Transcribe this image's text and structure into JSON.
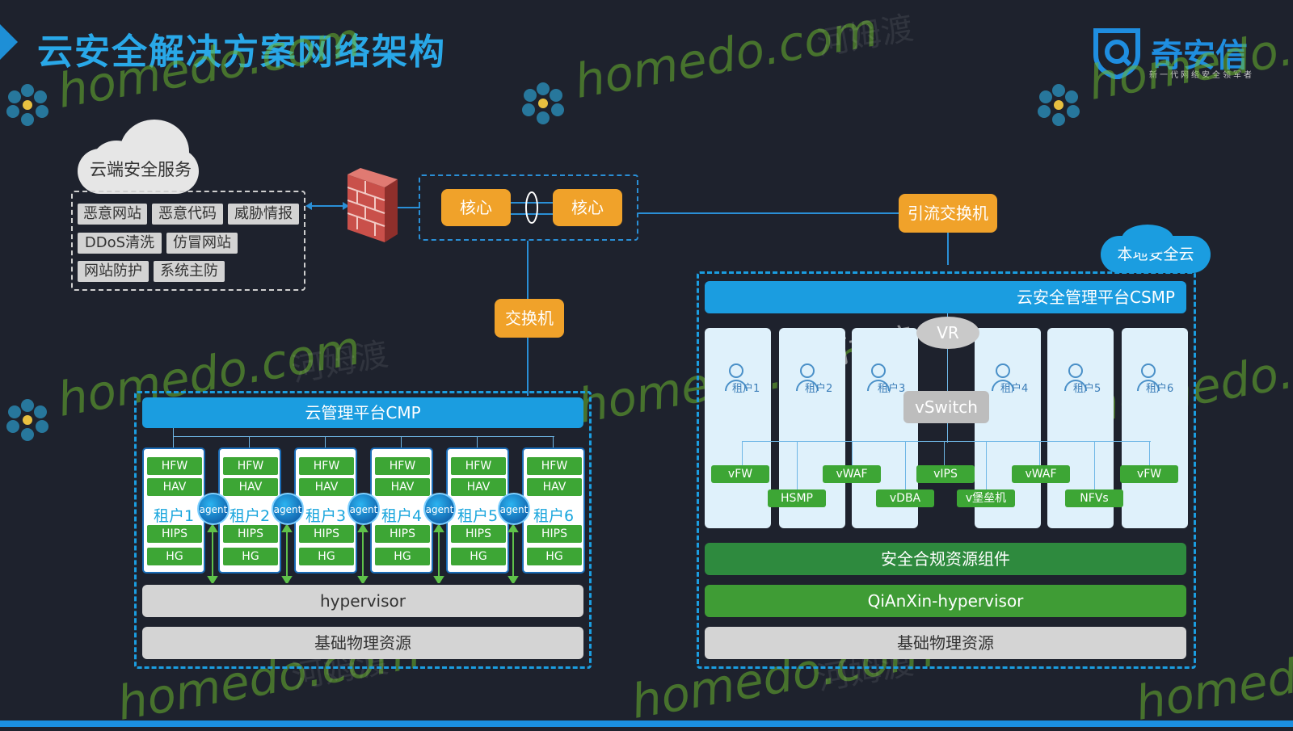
{
  "header": {
    "title": "云安全解决方案网络架构",
    "brand_name": "奇安信",
    "brand_slogan": "新一代网络安全领军者",
    "brand_color": "#1f8ee0"
  },
  "watermark": {
    "text": "homedo.com",
    "text_cn": "河姆渡"
  },
  "cloud_services": {
    "title": "云端安全服务",
    "tags": [
      "恶意网站",
      "恶意代码",
      "威胁情报",
      "DDoS清洗",
      "仿冒网站",
      "网站防护",
      "系统主防"
    ]
  },
  "network": {
    "core_left": "核心",
    "core_right": "核心",
    "switch": "交换机",
    "diversion_switch": "引流交换机",
    "firewall_icon": "firewall-icon"
  },
  "cmp": {
    "platform": "云管理平台CMP",
    "tenants": [
      {
        "label": "租户1",
        "hfw": "HFW",
        "hav": "HAV",
        "hips": "HIPS",
        "hg": "HG"
      },
      {
        "label": "租户2",
        "hfw": "HFW",
        "hav": "HAV",
        "hips": "HIPS",
        "hg": "HG"
      },
      {
        "label": "租户3",
        "hfw": "HFW",
        "hav": "HAV",
        "hips": "HIPS",
        "hg": "HG"
      },
      {
        "label": "租户4",
        "hfw": "HFW",
        "hav": "HAV",
        "hips": "HIPS",
        "hg": "HG"
      },
      {
        "label": "租户5",
        "hfw": "HFW",
        "hav": "HAV",
        "hips": "HIPS",
        "hg": "HG"
      },
      {
        "label": "租户6",
        "hfw": "HFW",
        "hav": "HAV",
        "hips": "HIPS",
        "hg": "HG"
      }
    ],
    "agent": "agent",
    "hypervisor": "hypervisor",
    "physical": "基础物理资源"
  },
  "local_cloud": {
    "label": "本地安全云",
    "platform": "云安全管理平台CSMP",
    "vr": "VR",
    "vswitch": "vSwitch",
    "tenants": [
      "租户1",
      "租户2",
      "租户3",
      "租户4",
      "租户5",
      "租户6"
    ],
    "vnfs_top": [
      "vFW",
      "vWAF",
      "vIPS",
      "vWAF",
      "vFW"
    ],
    "vnfs_bottom": [
      "HSMP",
      "vDBA",
      "v堡垒机",
      "NFVs"
    ],
    "compliance": "安全合规资源组件",
    "hypervisor": "QiAnXin-hypervisor",
    "physical": "基础物理资源"
  },
  "colors": {
    "background": "#1e222d",
    "accent_blue": "#1b9de0",
    "orange": "#f0a22a",
    "green": "#3da635",
    "title_blue": "#29a8e8"
  }
}
